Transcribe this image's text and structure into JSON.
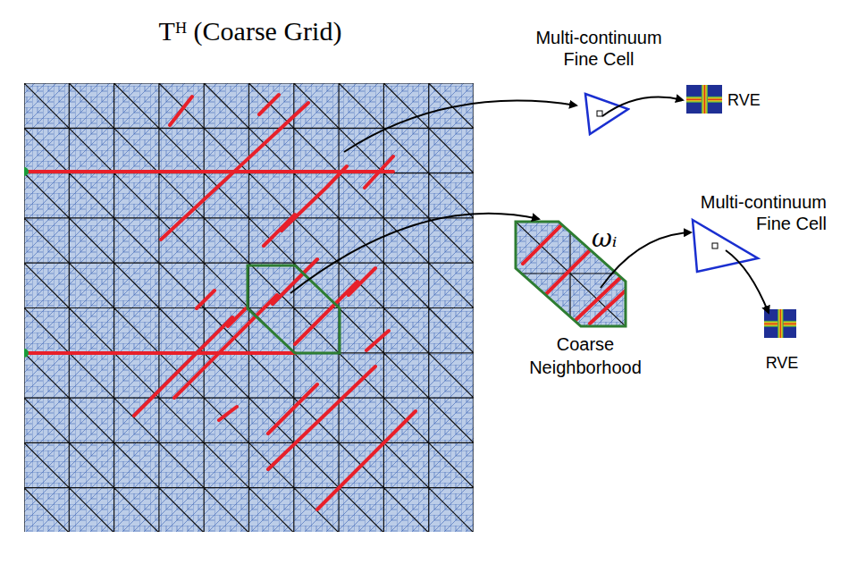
{
  "diagram": {
    "nodes": [
      {
        "text": [
          "Tᴴ (Coarse Grid)"
        ]
      },
      {
        "text": [
          "Multi-continuum Fine Cell"
        ]
      },
      {
        "text": [
          "RVE"
        ]
      },
      {
        "text": [
          "ωᵢ",
          "Coarse Neighborhood"
        ]
      },
      {
        "text": [
          "Multi-continuum Fine Cell"
        ]
      },
      {
        "text": [
          "RVE"
        ]
      }
    ],
    "edges": [
      {
        "from": 0,
        "to": 1,
        "arrow": "to"
      },
      {
        "from": 1,
        "to": 2,
        "arrow": "to"
      },
      {
        "from": 0,
        "to": 3,
        "arrow": "to"
      },
      {
        "from": 3,
        "to": 4,
        "arrow": "to"
      },
      {
        "from": 4,
        "to": 5,
        "arrow": "to"
      }
    ]
  }
}
